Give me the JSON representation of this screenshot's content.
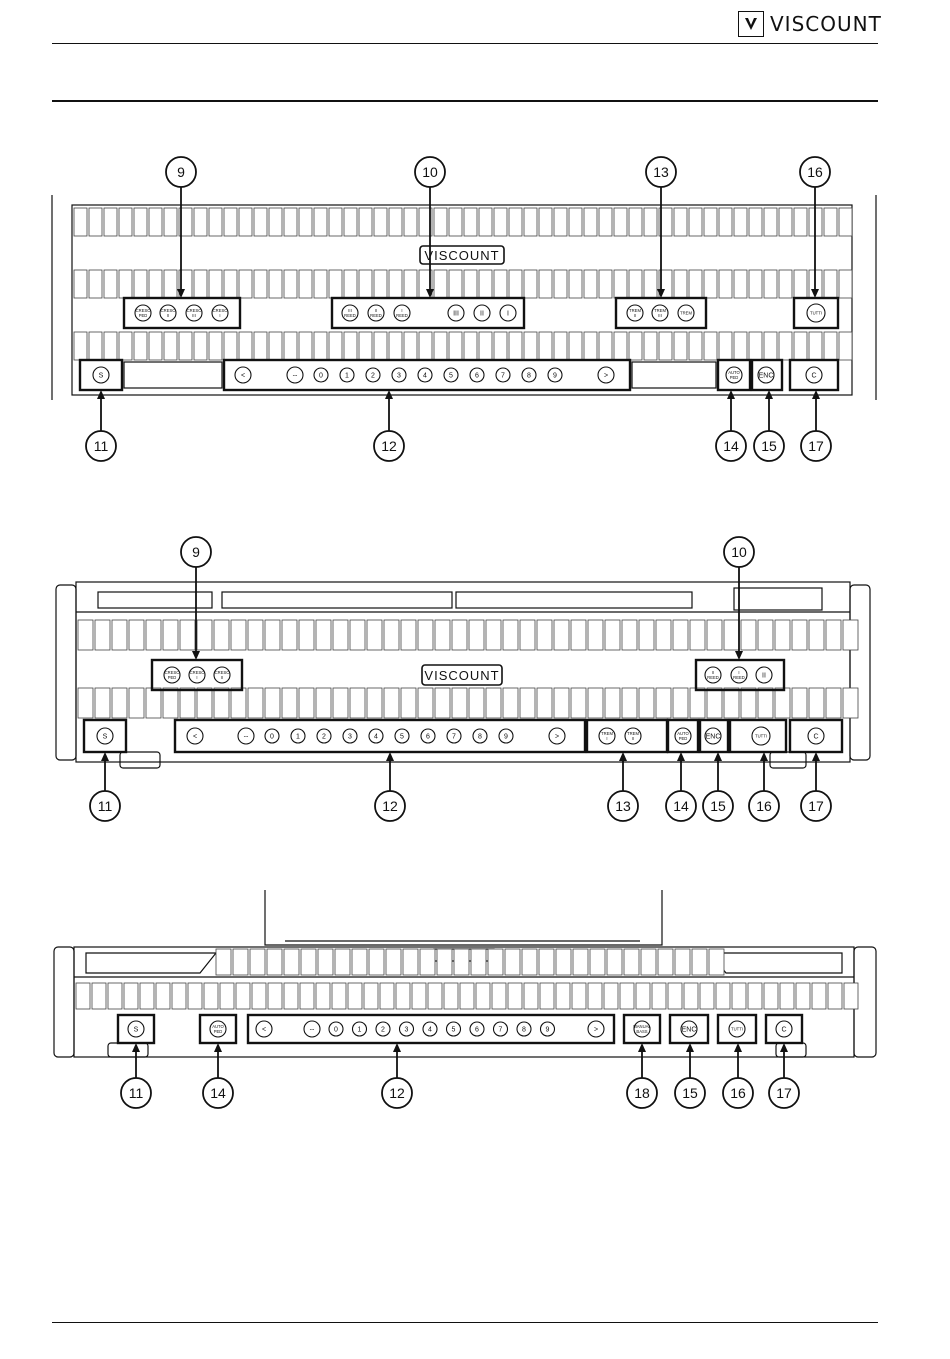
{
  "header": {
    "brand": "VISCOUNT",
    "logo_mark": "V"
  },
  "diagrams": [
    {
      "id": "three-manual",
      "console_brand": "VISCOUNT",
      "callouts": [
        "9",
        "10",
        "13",
        "16",
        "11",
        "12",
        "14",
        "15",
        "17"
      ],
      "panel_buttons": {
        "crescendo": [
          "CRESC PED",
          "CRESC II",
          "CRESC III",
          "CRESC I"
        ],
        "reeds": [
          "III REED",
          "II REED",
          "I REED",
          "III",
          "II",
          "I"
        ],
        "tremolo": [
          "TREM II",
          "TREM III",
          "TREM"
        ],
        "tutti": "TUTTI",
        "set": "S",
        "seq_prev": "<",
        "seq_dash": "--",
        "numbers": [
          "0",
          "1",
          "2",
          "3",
          "4",
          "5",
          "6",
          "7",
          "8",
          "9"
        ],
        "seq_next": ">",
        "auto_ped": "AUTO PED",
        "enc": "ENC",
        "cancel": "C"
      }
    },
    {
      "id": "two-manual",
      "console_brand": "VISCOUNT",
      "callouts": [
        "9",
        "10",
        "11",
        "12",
        "13",
        "14",
        "15",
        "16",
        "17"
      ],
      "panel_buttons": {
        "crescendo": [
          "CRESC PED",
          "CRESC I",
          "CRESC II"
        ],
        "reeds": [
          "II REED",
          "I REED",
          "II"
        ],
        "set": "S",
        "seq_prev": "<",
        "seq_dash": "--",
        "numbers": [
          "0",
          "1",
          "2",
          "3",
          "4",
          "5",
          "6",
          "7",
          "8",
          "9"
        ],
        "seq_next": ">",
        "tremolo": [
          "TREM I",
          "TREM II"
        ],
        "auto_ped": "AUTO PED",
        "enc": "ENC",
        "tutti": "TUTTI",
        "cancel": "C"
      }
    },
    {
      "id": "compact",
      "callouts": [
        "11",
        "14",
        "12",
        "18",
        "15",
        "16",
        "17"
      ],
      "panel_buttons": {
        "set": "S",
        "auto_ped": "AUTO PED",
        "seq_prev": "<",
        "seq_dash": "--",
        "numbers": [
          "0",
          "1",
          "2",
          "3",
          "4",
          "5",
          "6",
          "7",
          "8",
          "9"
        ],
        "seq_next": ">",
        "manual_bass": "MANUAL BASS",
        "enc": "ENC",
        "tutti": "TUTTI",
        "cancel": "C"
      }
    }
  ]
}
